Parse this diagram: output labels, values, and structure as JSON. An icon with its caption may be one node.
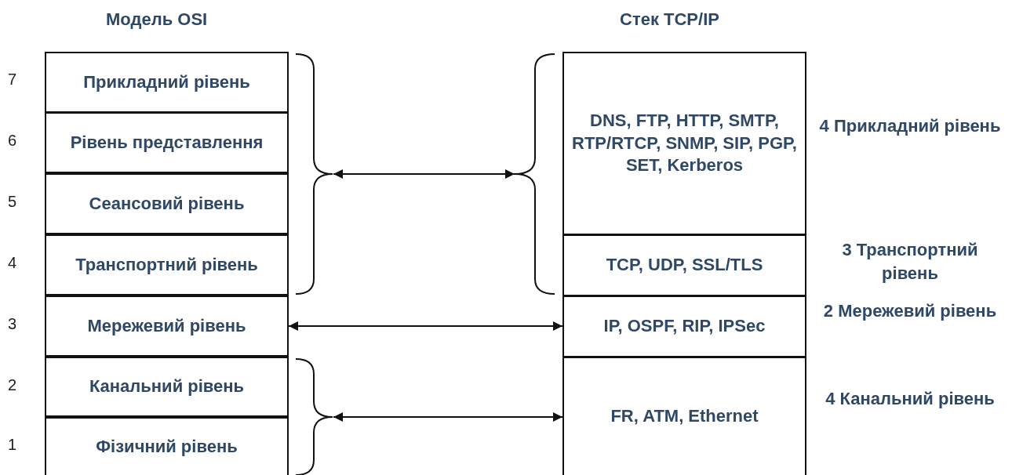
{
  "diagram": {
    "nodes": [
      {
        "text": [
          "Прикладний рівень"
        ],
        "beside": [
          "7"
        ]
      },
      {
        "text": [
          "Рівень представлення"
        ],
        "beside": [
          "6"
        ]
      },
      {
        "text": [
          "Сеансовий рівень"
        ],
        "beside": [
          "5"
        ]
      },
      {
        "text": [
          "Транспортний рівень"
        ],
        "beside": [
          "4"
        ]
      },
      {
        "text": [
          "Мережевий рівень"
        ],
        "beside": [
          "3"
        ]
      },
      {
        "text": [
          "Канальний рівень"
        ],
        "beside": [
          "2"
        ]
      },
      {
        "text": [
          "Фізичний рівень"
        ],
        "beside": [
          "1"
        ]
      },
      {
        "text": [
          "DNS, FTP, HTTP, SMTP, RTP/RTCP, SNMP, SIP, PGP, SET, Kerberos"
        ],
        "beside": [
          "4 Прикладний рівень"
        ]
      },
      {
        "text": [
          "TCP, UDP, SSL/TLS"
        ],
        "beside": [
          "3 Транспортний рівень"
        ]
      },
      {
        "text": [
          "IP, OSPF, RIP, IPSec"
        ],
        "beside": [
          "2 Мережевий рівень"
        ]
      },
      {
        "text": [
          "FR, ATM, Ethernet"
        ],
        "beside": [
          "4 Канальний рівень"
        ]
      },
      {
        "text": [],
        "shape": "brace"
      },
      {
        "text": [],
        "shape": "brace"
      },
      {
        "text": [],
        "shape": "brace"
      }
    ],
    "edges": [
      {
        "from": 11,
        "to": 12,
        "arrow": "both"
      },
      {
        "from": 4,
        "to": 9,
        "arrow": "both"
      },
      {
        "from": 13,
        "to": 10,
        "arrow": "both"
      }
    ],
    "labels": [
      "Модель OSI",
      "Стек TCP/IP"
    ]
  }
}
